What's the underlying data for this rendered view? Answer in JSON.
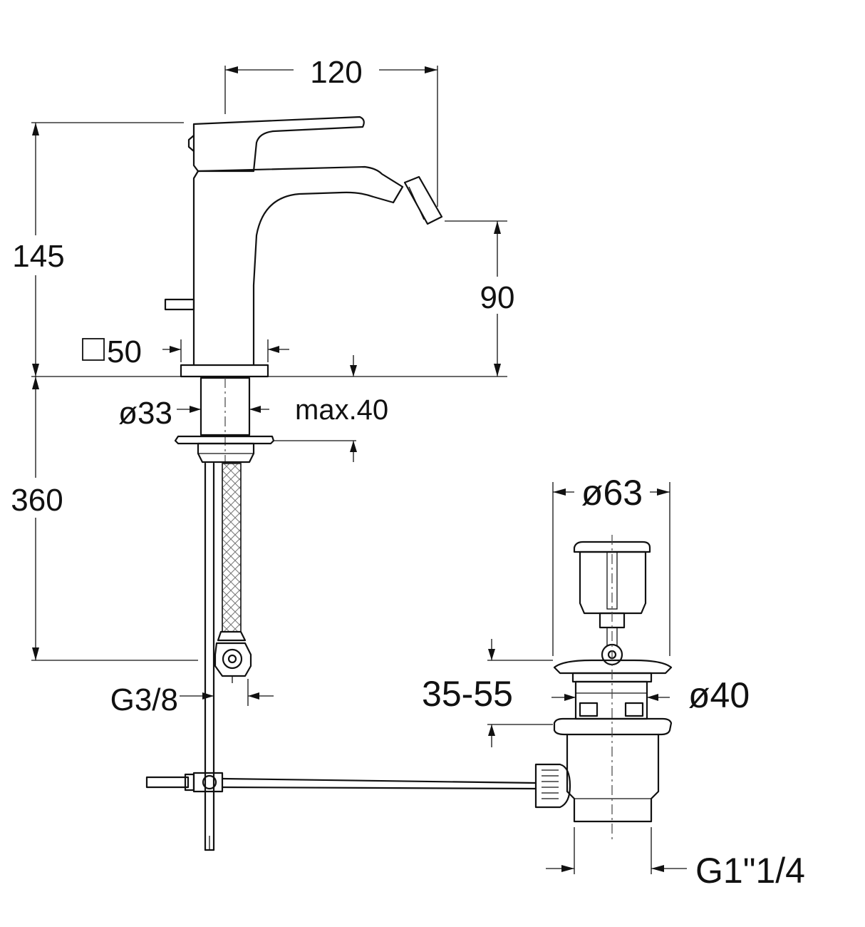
{
  "dimensions": {
    "width_top": "120",
    "height_total": "145",
    "spout_height": "90",
    "body_square": "50",
    "shank_diameter": "ø33",
    "max_thickness": "max.40",
    "hose_length": "360",
    "hose_thread": "G3/8",
    "plug_diameter": "ø63",
    "pop_up_range": "35-55",
    "waste_diameter": "ø40",
    "waste_thread": "G1\"1/4"
  },
  "colors": {
    "line": "#111111",
    "background": "#ffffff"
  },
  "icons": {
    "square_symbol": "square-icon"
  }
}
